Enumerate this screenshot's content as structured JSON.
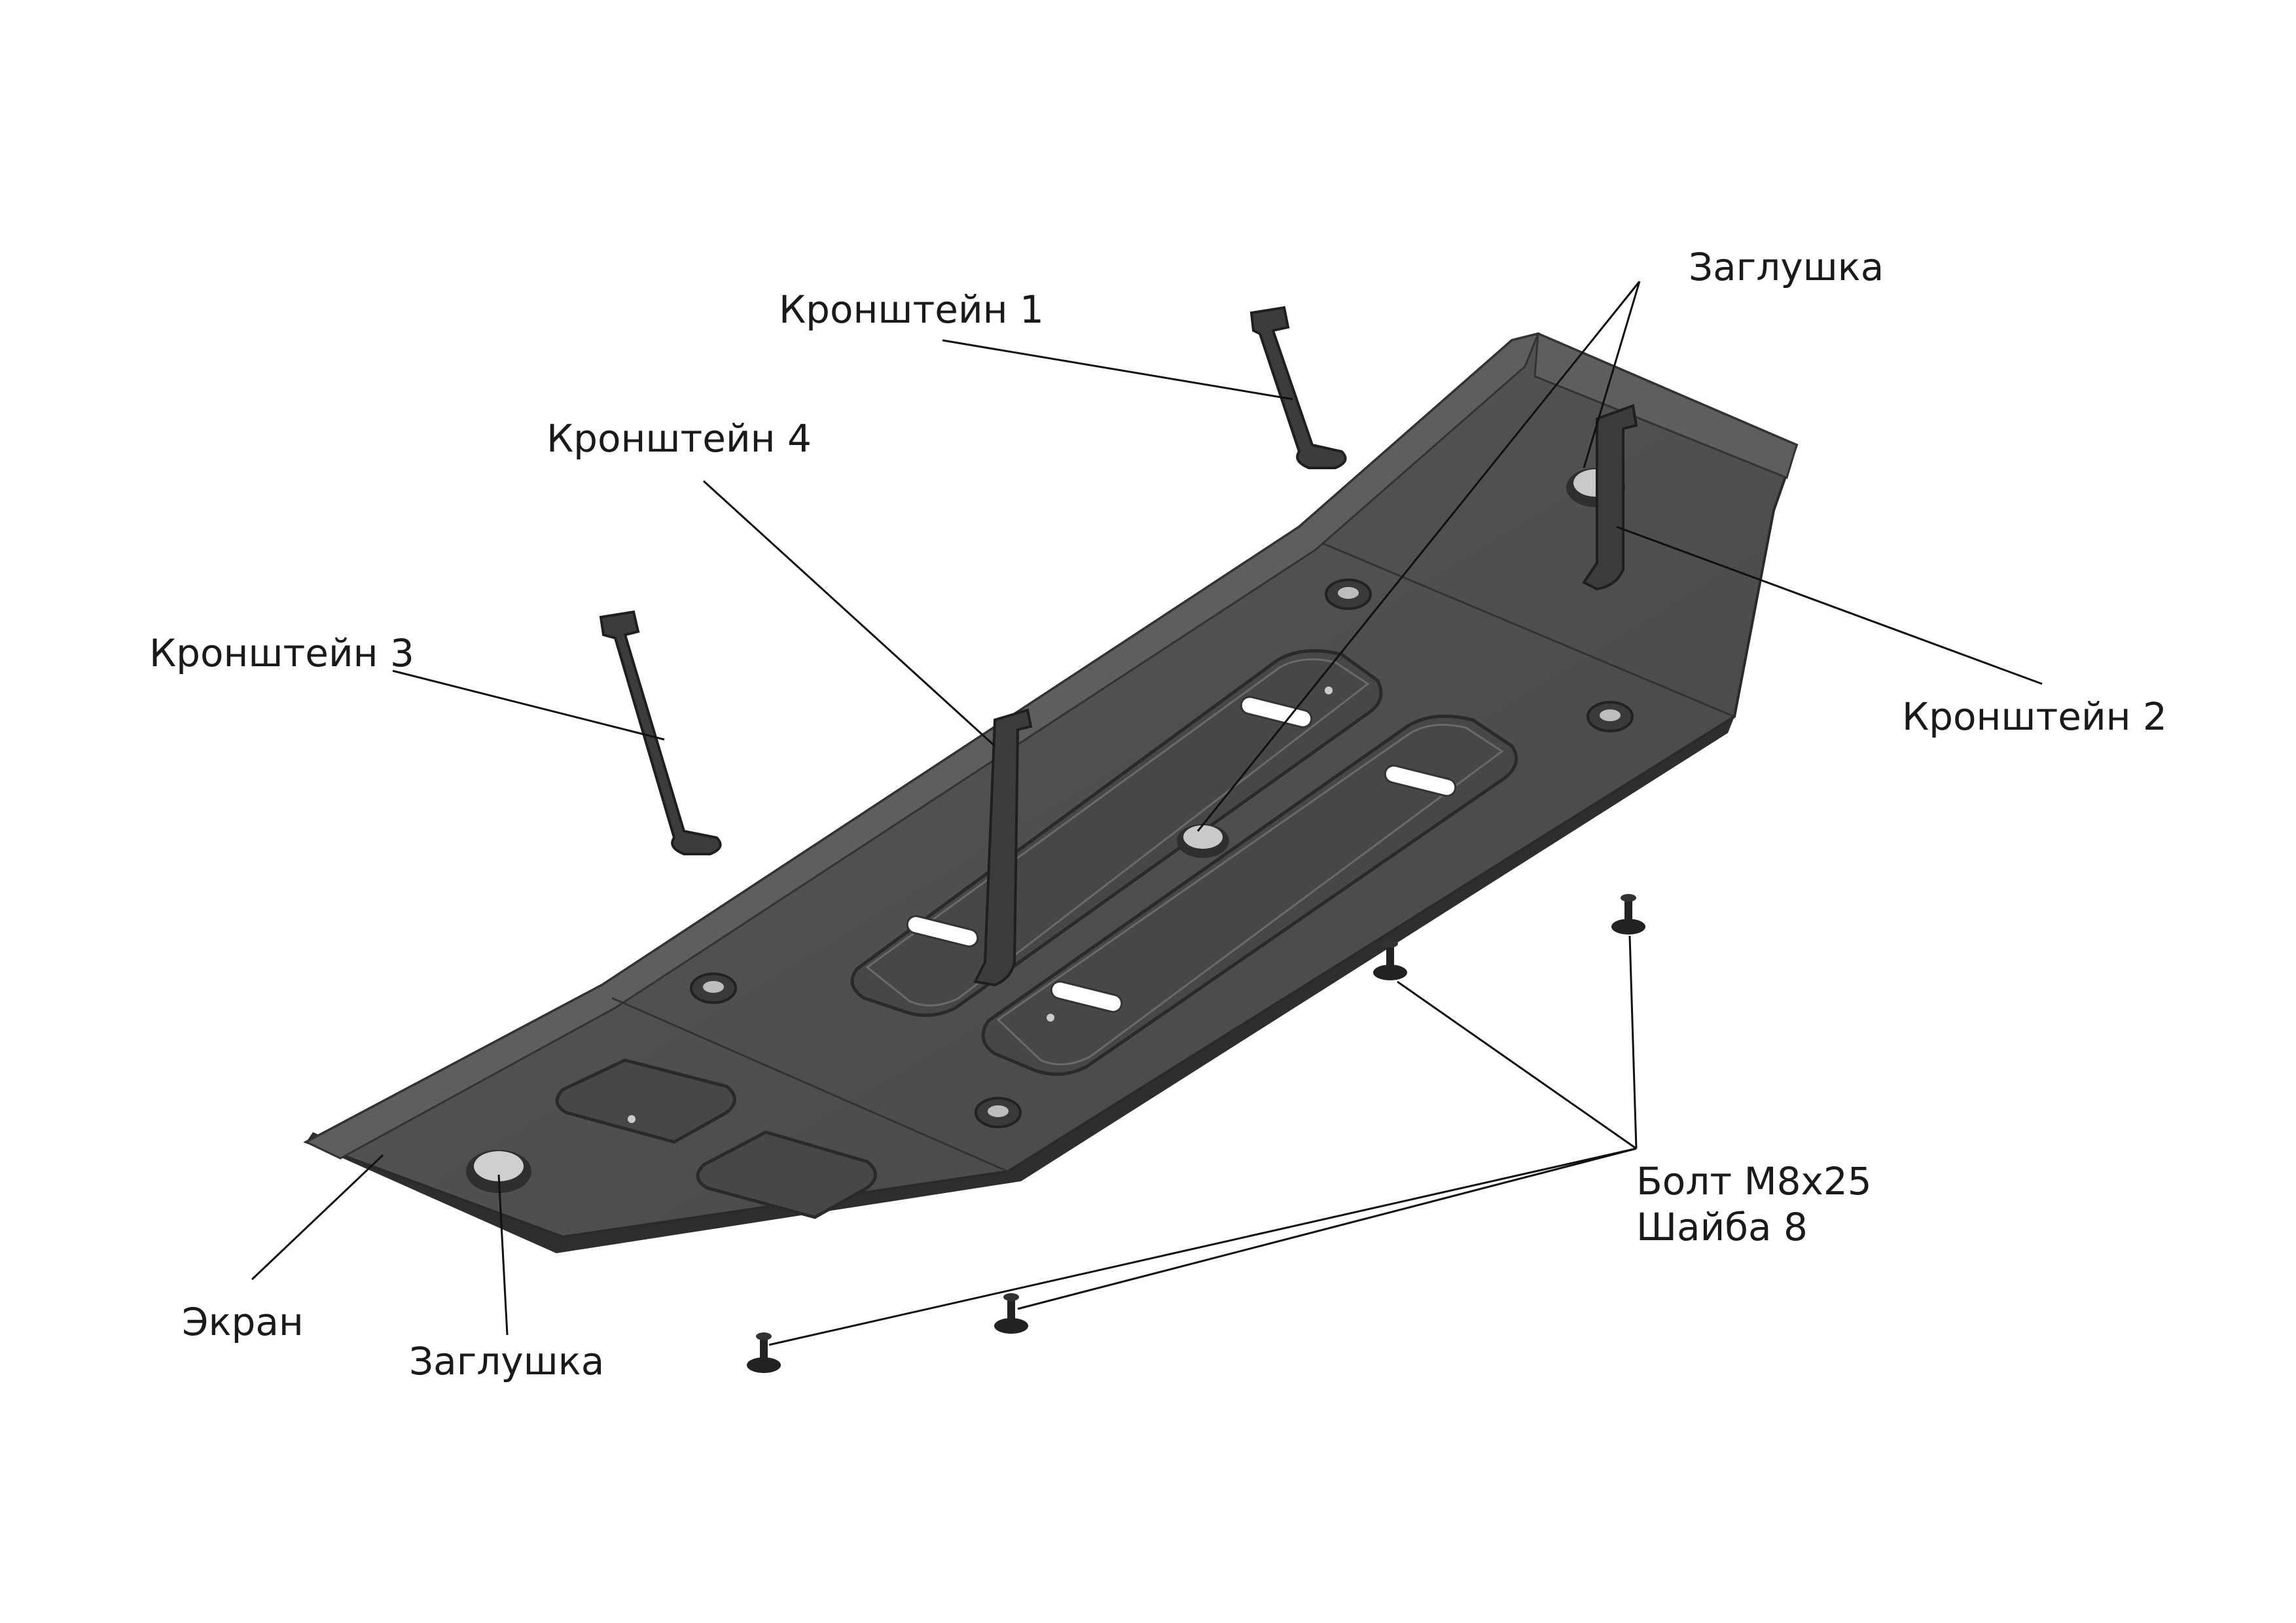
{
  "labels": {
    "bracket_1": "Кронштейн 1",
    "bracket_2": "Кронштейн 2",
    "bracket_3": "Кронштейн 3",
    "bracket_4": "Кронштейн 4",
    "plug_top": "Заглушка",
    "plug_bottom": "Заглушка",
    "screen": "Экран",
    "bolt": "Болт М8х25",
    "washer": "Шайба 8"
  },
  "colors": {
    "plate": "#4f4f4f",
    "plate_edge": "#3a3a3a",
    "leader": "#111111"
  }
}
